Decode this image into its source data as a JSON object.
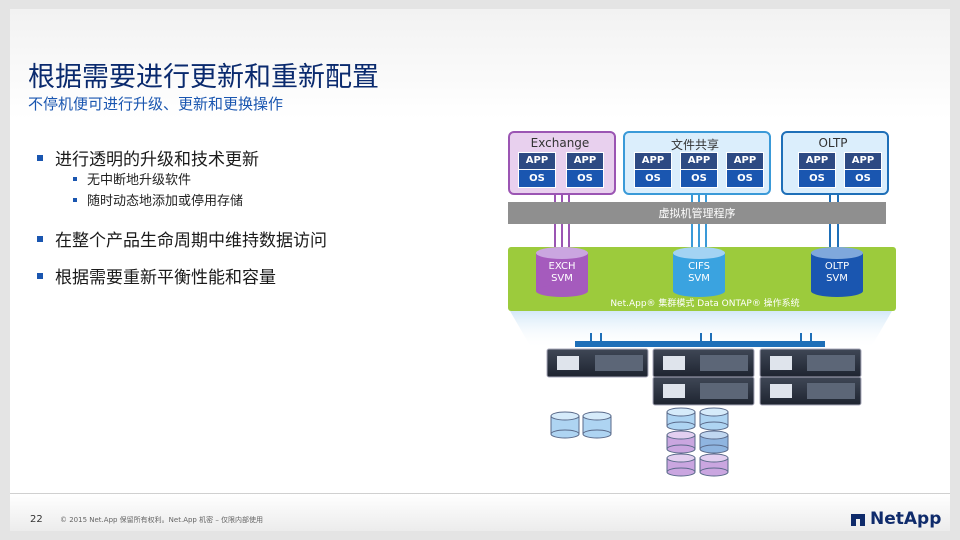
{
  "slide": {
    "title": "根据需要进行更新和重新配置",
    "subtitle": "不停机便可进行升级、更新和更换操作"
  },
  "bullets": [
    {
      "text": "进行透明的升级和技术更新",
      "subs": [
        "无中断地升级软件",
        "随时动态地添加或停用存储"
      ]
    },
    {
      "text": "在整个产品生命周期中维持数据访问"
    },
    {
      "text": "根据需要重新平衡性能和容量"
    }
  ],
  "diagram": {
    "tenants": [
      {
        "label": "Exchange",
        "vm_count": 2
      },
      {
        "label": "文件共享",
        "vm_count": 3
      },
      {
        "label": "OLTP",
        "vm_count": 2
      }
    ],
    "vm_app_label": "APP",
    "vm_os_label": "OS",
    "hypervisor_label": "虚拟机管理程序",
    "svms": [
      {
        "name": "EXCH",
        "type": "SVM",
        "color": "#a55bbd"
      },
      {
        "name": "CIFS",
        "type": "SVM",
        "color": "#3aa3e0"
      },
      {
        "name": "OLTP",
        "type": "SVM",
        "color": "#1a56b0"
      }
    ],
    "cluster_label": "Net.App® 集群模式 Data ONTAP® 操作系统",
    "colors": {
      "cluster": "#9ccb3c",
      "hypervisor": "#8f8f8f",
      "purple": "#9b55b3",
      "light_blue": "#3a9ad8",
      "dark_blue": "#1e6fb8"
    }
  },
  "footer": {
    "page_number": "22",
    "copyright": "© 2015 Net.App 保留所有权利。Net.App 机密 – 仅限内部使用",
    "logo_text": "NetApp"
  }
}
